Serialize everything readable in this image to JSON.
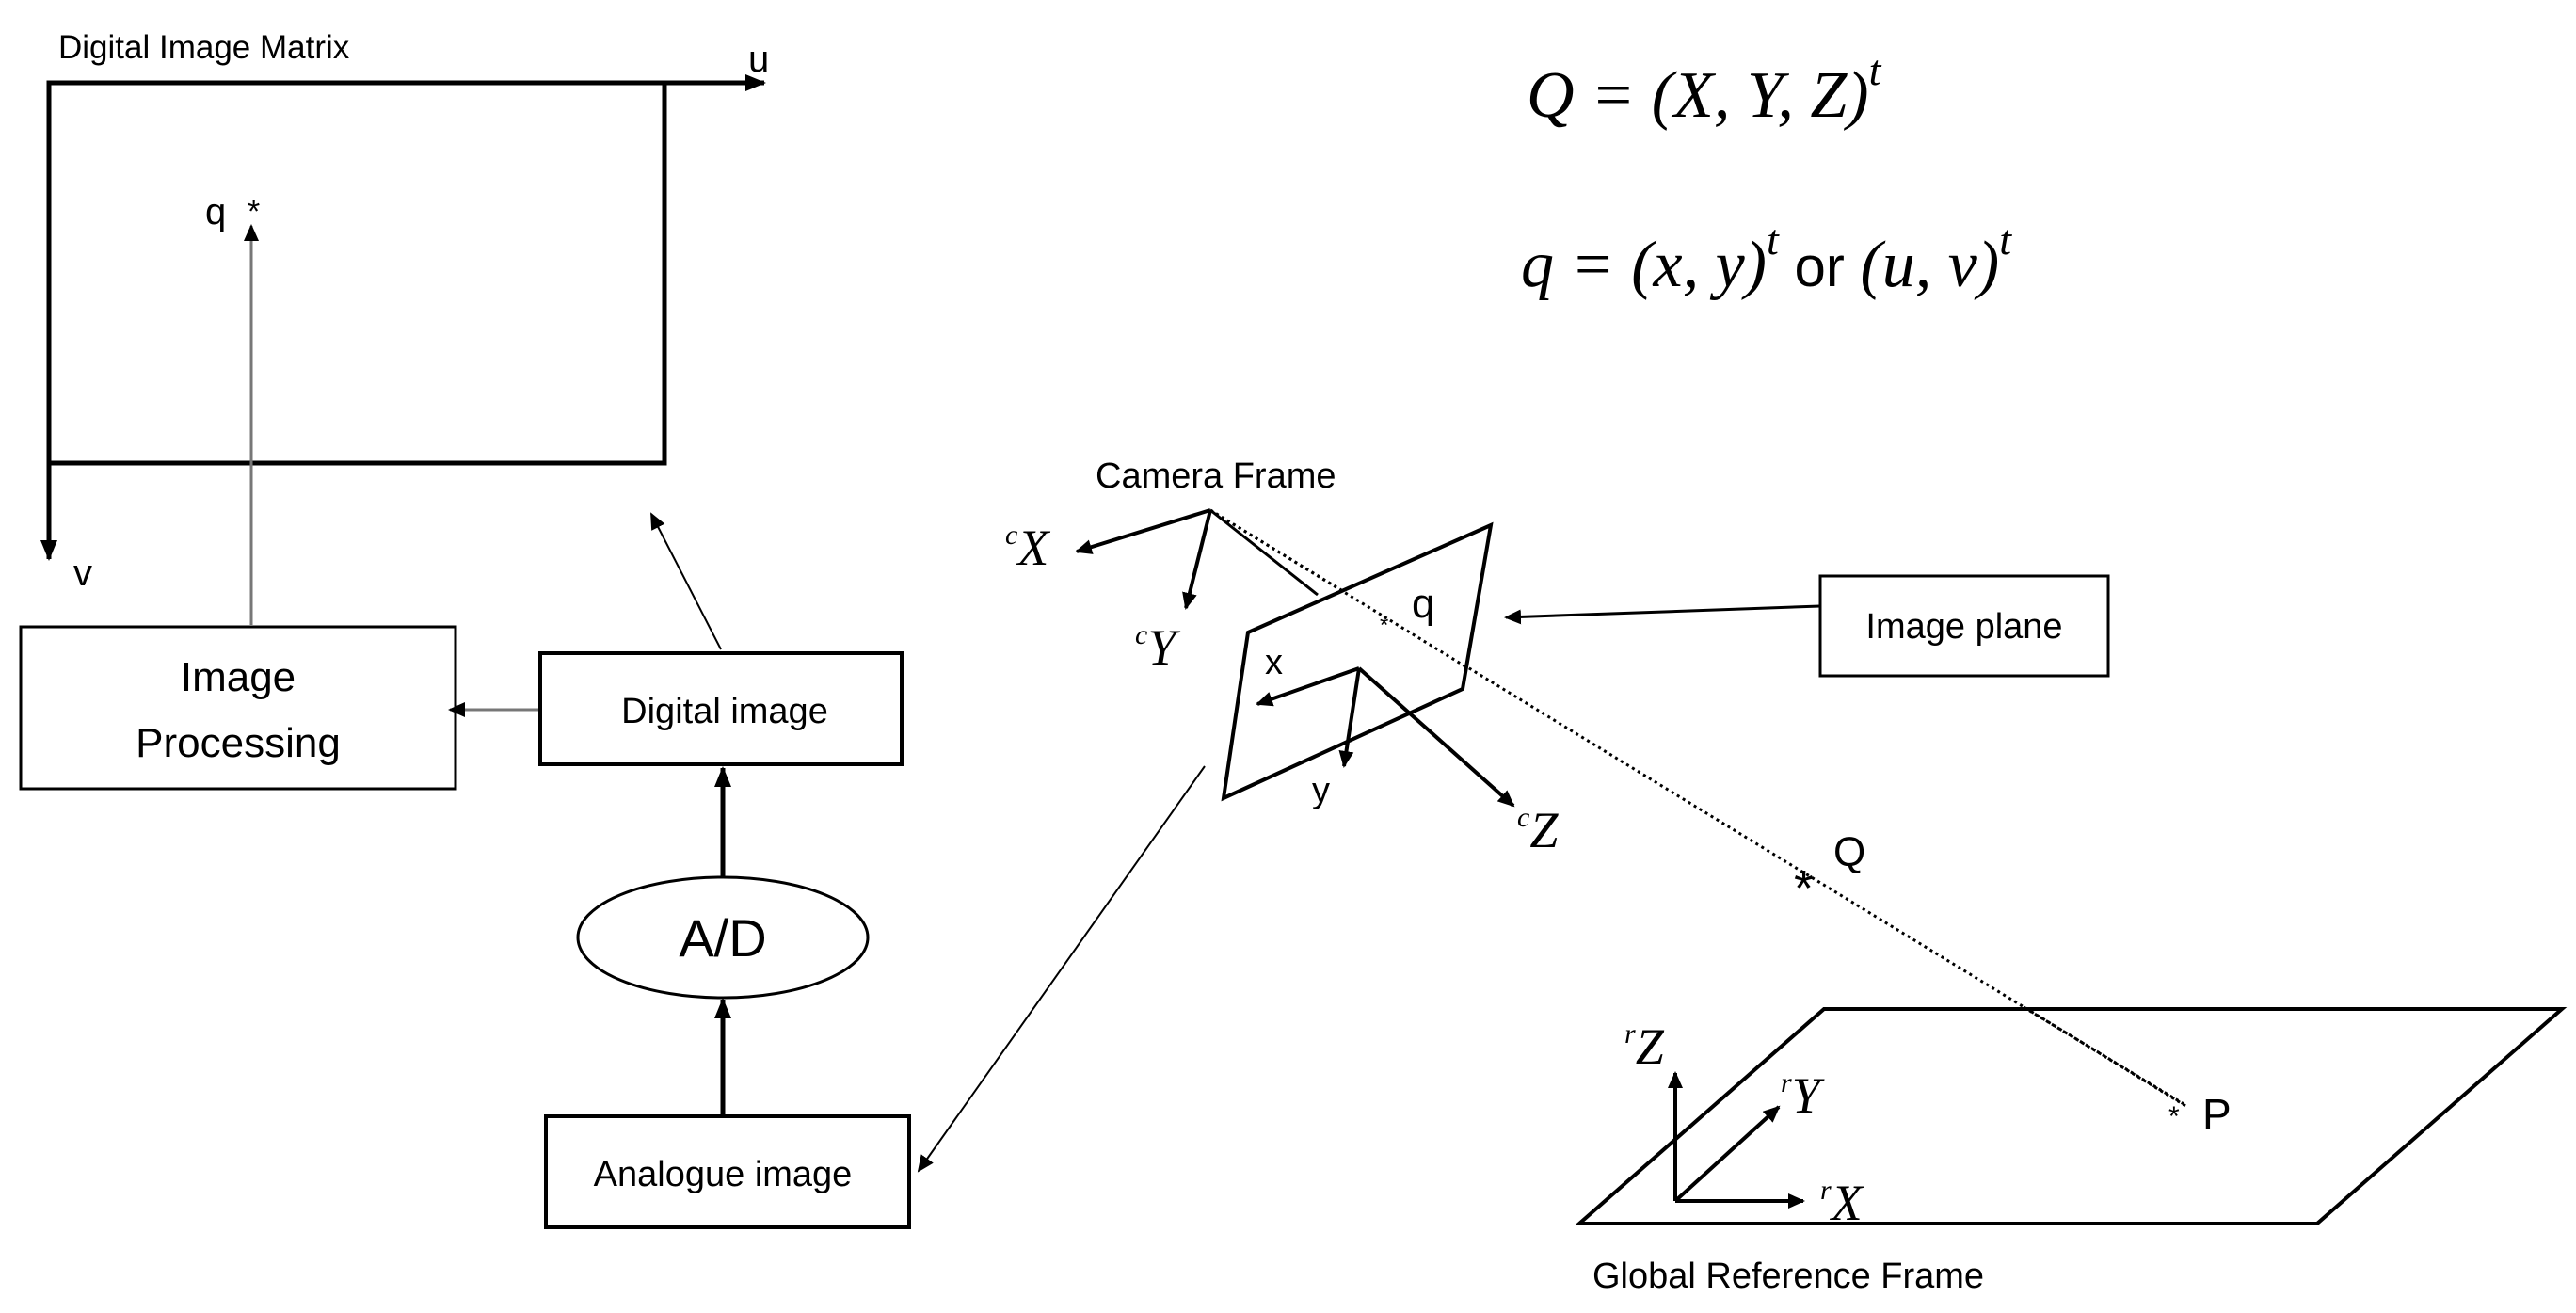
{
  "matrix": {
    "title": "Digital Image Matrix",
    "u_label": "u",
    "v_label": "v",
    "q_label": "q",
    "star": "*"
  },
  "boxes": {
    "image_processing": [
      "Image",
      "Processing"
    ],
    "digital_image": "Digital image",
    "ad": "A/D",
    "analogue_image": "Analogue image",
    "image_plane": "Image plane"
  },
  "equations": {
    "q_upper_lhs": "Q",
    "q_upper_rhs": " = (X, Y, Z)",
    "q_upper_sup": "t",
    "q_lower_lhs": "q",
    "q_lower_mid": " = (x, y)",
    "q_lower_sup1": "t",
    "q_lower_or": " or ",
    "q_lower_uv": "(u, v)",
    "q_lower_sup2": "t"
  },
  "camera": {
    "title": "Camera Frame",
    "x_pre": "c",
    "x_axis": "X",
    "y_pre": "c",
    "y_axis": "Y",
    "z_pre": "c",
    "z_axis": "Z",
    "plane_x": "x",
    "plane_y": "y",
    "plane_q": "q"
  },
  "points": {
    "Q": "Q",
    "P": "P"
  },
  "global": {
    "title": "Global Reference Frame",
    "z_pre": "r",
    "z_axis": "Z",
    "y_pre": "r",
    "y_axis": "Y",
    "x_pre": "r",
    "x_axis": "X"
  }
}
